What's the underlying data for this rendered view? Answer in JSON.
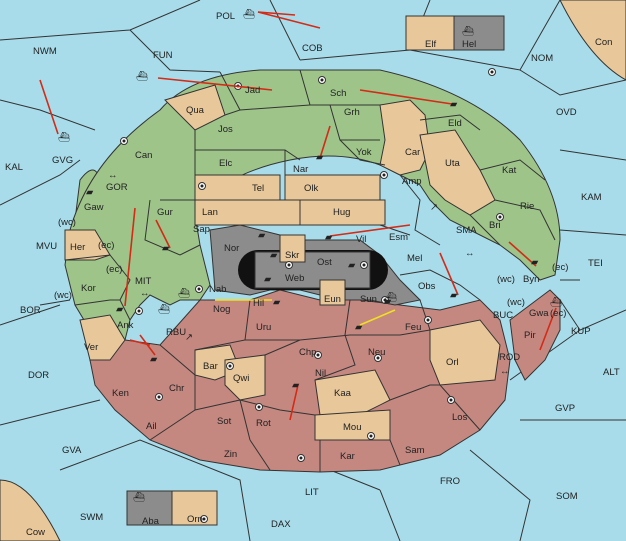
{
  "colors": {
    "sea": "#a8dcea",
    "green_power": "#9ec48a",
    "tan_neutral": "#e8c89a",
    "red_power": "#c48880",
    "gray_power": "#8c8c8c",
    "order_move": "#d42a16",
    "order_support": "#f0e020"
  },
  "icons": {
    "army": "tank-icon",
    "fleet": "ship-icon",
    "supply_center": "supply-center-dot-icon",
    "two_way_arrow": "double-arrow-icon"
  },
  "sea_labels": [
    "POL",
    "COB",
    "FUN",
    "NWM",
    "NOM",
    "Con",
    "OVD",
    "KAL",
    "GVG",
    "GOR",
    "KAM",
    "MVU",
    "SMA",
    "TEI",
    "BOR",
    "MIT",
    "RBU",
    "BUC",
    "KUP",
    "ALT",
    "DOR",
    "ROD",
    "GVP",
    "GVA",
    "LIT",
    "FRO",
    "SOM",
    "SWM",
    "DAX",
    "Cow"
  ],
  "coast_labels": [
    "(wc)",
    "(ec)",
    "(ec)",
    "(wc)",
    "(wc)",
    "(ec)",
    "(wc)",
    "(ec)"
  ],
  "provinces": {
    "green": [
      "Jad",
      "Sch",
      "Qua",
      "Jos",
      "Grh",
      "Eld",
      "Can",
      "Elc",
      "Nar",
      "Yok",
      "Car",
      "Uta",
      "Kat",
      "Amp",
      "Rie",
      "Gur",
      "Bri",
      "Byn",
      "Sap",
      "Vil",
      "Esm",
      "Mel",
      "Obs",
      "Ank",
      "Gaw",
      "Kor"
    ],
    "tan": [
      "Elf",
      "Tel",
      "Olk",
      "Lan",
      "Hug",
      "Her",
      "Ver",
      "Skr",
      "Eun",
      "Bar",
      "Qwi",
      "Orl",
      "Kaa",
      "Mou",
      "Orn"
    ],
    "red": [
      "Hil",
      "Nog",
      "Uru",
      "Feu",
      "Chp",
      "Neu",
      "Nil",
      "Ken",
      "Chr",
      "Ail",
      "Sot",
      "Rot",
      "Los",
      "Zin",
      "Kar",
      "Sam",
      "Pir",
      "Gwa"
    ],
    "gray": [
      "Hel",
      "Nor",
      "Web",
      "Ost",
      "Sun",
      "Nab",
      "Aba"
    ]
  }
}
